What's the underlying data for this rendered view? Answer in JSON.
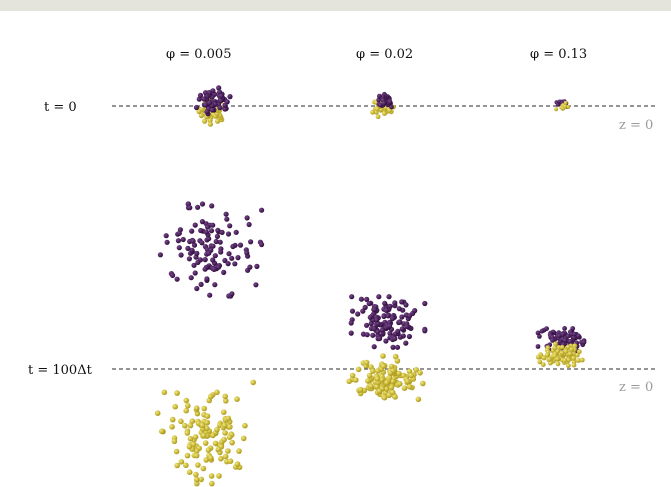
{
  "header": {
    "phi_labels": [
      "φ = 0.005",
      "φ = 0.02",
      "φ = 0.13"
    ]
  },
  "rows": [
    {
      "time_label": "t = 0",
      "plane_label": "z = 0"
    },
    {
      "time_label": "t = 100Δt",
      "plane_label": "z = 0"
    }
  ],
  "colors": {
    "purple_particle": "#3a0e4a",
    "yellow_particle": "#d6c42c",
    "plane_line": "#555555",
    "top_strip": "#e4e4dc"
  }
}
